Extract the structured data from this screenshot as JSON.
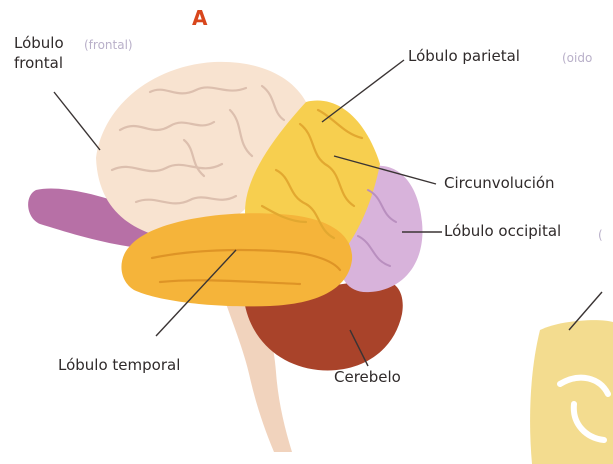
{
  "heading": "A",
  "labels": {
    "frontal_line1": "Lóbulo",
    "frontal_line2": "frontal",
    "frontal_note": "(frontal)",
    "parietal": "Lóbulo parietal",
    "parietal_note": "(oido",
    "circunvolucion": "Circunvolución",
    "occipital": "Lóbulo occipital",
    "occipital_note": "(",
    "temporal": "Lóbulo temporal",
    "cerebelo": "Cerebelo"
  },
  "colors": {
    "heading": "#d8461c",
    "frontal": "#f8e3d0",
    "frontal_fold": "#dcbfae",
    "parietal": "#f7cf4f",
    "parietal_fold": "#e2a830",
    "temporal": "#f5b43a",
    "temporal_fold": "#de9426",
    "occipital": "#d8b3db",
    "occipital_fold": "#b98fbf",
    "olfactory": "#b770a6",
    "cerebellum": "#a9432a",
    "brainstem": "#f1d3bd",
    "leader": "#3a3434",
    "section": "#f3dc8f"
  }
}
